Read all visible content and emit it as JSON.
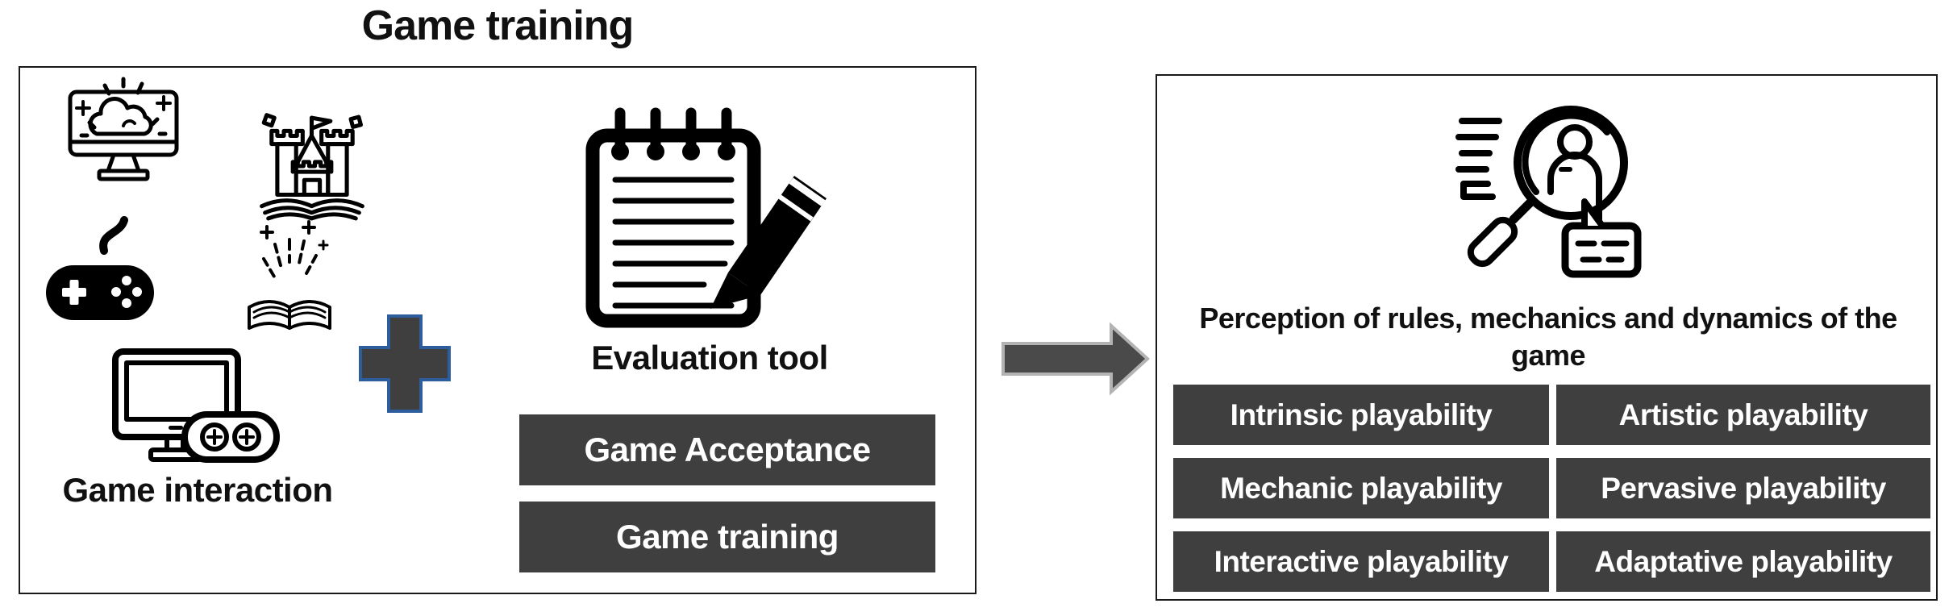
{
  "title": "Game training",
  "left_panel": {
    "interaction_label": "Game interaction",
    "evaluation_label": "Evaluation tool",
    "buttons": [
      "Game Acceptance",
      "Game training"
    ],
    "icons": [
      "creative-monitor-icon",
      "fantasy-castle-icon",
      "gamepad-icon",
      "magic-book-icon",
      "computer-game-icon",
      "plus-icon",
      "notepad-pencil-icon"
    ]
  },
  "connector": {
    "icon": "arrow-right-icon"
  },
  "right_panel": {
    "heading": "Perception of rules, mechanics and dynamics of the game",
    "icons": [
      "search-person-icon"
    ],
    "buttons": [
      "Intrinsic playability",
      "Artistic playability",
      "Mechanic playability",
      "Pervasive playability",
      "Interactive playability",
      "Adaptative playability"
    ]
  },
  "colors": {
    "button_bg": "#3f3f3f",
    "button_text": "#ffffff",
    "plus_fill": "#3f3f3f",
    "plus_border": "#2e5d9e",
    "arrow_fill": "#4a4a4a",
    "arrow_outline": "#b3b3b3",
    "box_border": "#1a1a1a",
    "icon_ink": "#000000"
  }
}
